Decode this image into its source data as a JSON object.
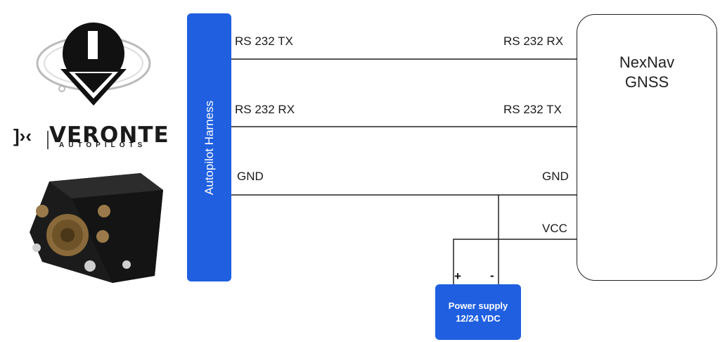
{
  "brand": {
    "mark": "]›‹",
    "name": "VERONTE",
    "tagline": "AUTOPILOTS",
    "logo": "veronte-logo-icon",
    "device": "autopilot-device-icon"
  },
  "harness": {
    "label": "Autopilot Harness"
  },
  "signals": {
    "tx_left": "RS 232  TX",
    "rx_right": "RS 232 RX",
    "rx_left": "RS 232  RX",
    "tx_right": "RS 232 TX",
    "gnd_left": "GND",
    "gnd_right": "GND",
    "vcc": "VCC"
  },
  "gnss": {
    "line1": "NexNav",
    "line2": "GNSS",
    "icon": "chip-icon"
  },
  "power_supply": {
    "line1": "Power supply",
    "line2": "12/24 VDC",
    "plus": "+",
    "minus": "-"
  },
  "colors": {
    "accent_blue": "#1f5fe0",
    "line": "#222222"
  }
}
